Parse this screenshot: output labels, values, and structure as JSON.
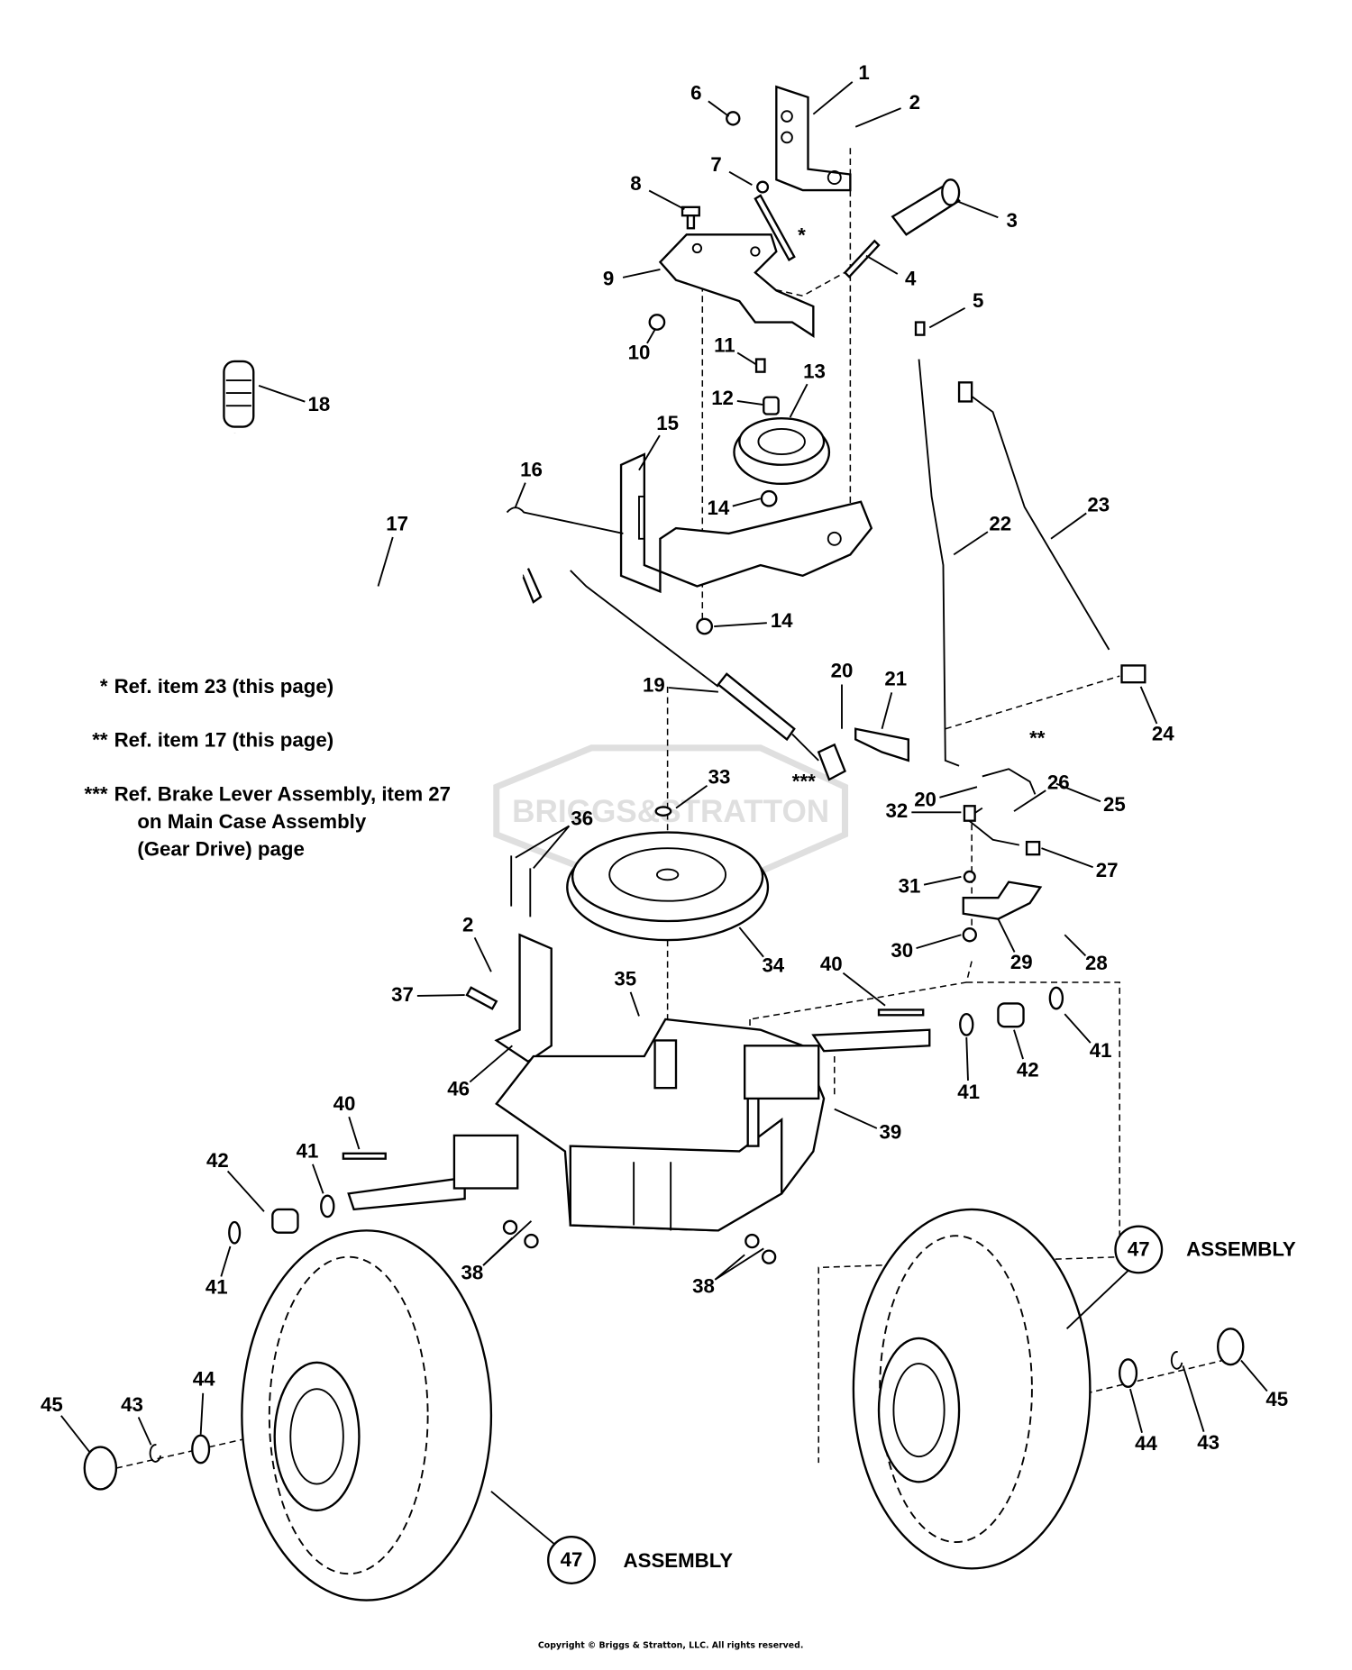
{
  "diagram": {
    "callouts": [
      "1",
      "2",
      "3",
      "4",
      "5",
      "6",
      "7",
      "8",
      "9",
      "10",
      "11",
      "12",
      "13",
      "14",
      "15",
      "16",
      "17",
      "18",
      "19",
      "20",
      "21",
      "22",
      "23",
      "24",
      "14",
      "20",
      "25",
      "26",
      "27",
      "28",
      "29",
      "30",
      "31",
      "32",
      "33",
      "34",
      "35",
      "36",
      "37",
      "2",
      "40",
      "41",
      "42",
      "41",
      "39",
      "46",
      "40",
      "42",
      "41",
      "41",
      "38",
      "38",
      "43",
      "44",
      "45",
      "44",
      "43",
      "45"
    ],
    "assemblies": [
      {
        "number": "47",
        "label": "ASSEMBLY"
      },
      {
        "number": "47",
        "label": "ASSEMBLY"
      }
    ],
    "markers": [
      "*",
      "**",
      "***"
    ],
    "notes": [
      {
        "marker": "*",
        "text": "Ref. item 23 (this page)"
      },
      {
        "marker": "**",
        "text": "Ref. item 17 (this page)"
      },
      {
        "marker": "***",
        "lines": [
          "Ref. Brake Lever Assembly, item 27",
          "on Main Case Assembly",
          "(Gear Drive) page"
        ]
      }
    ],
    "watermark": "BRIGGS & STRATTON",
    "copyright": "Copyright © Briggs & Stratton, LLC. All rights reserved."
  }
}
